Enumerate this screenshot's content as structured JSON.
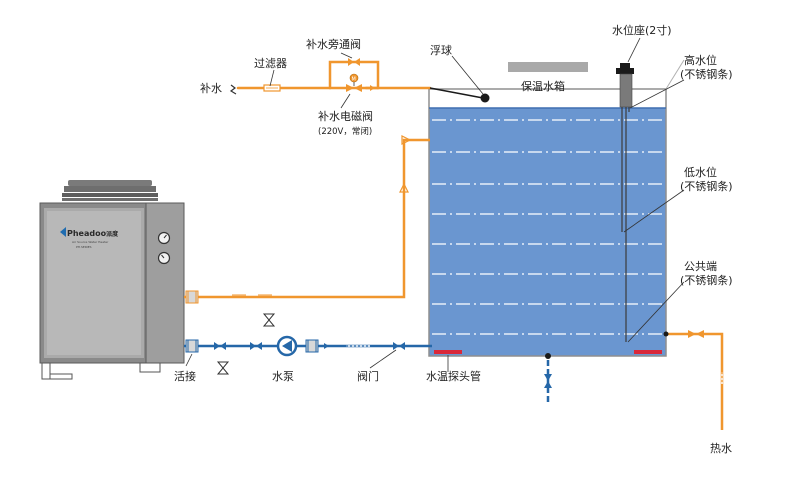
{
  "colors": {
    "orange_pipe": "#F0962E",
    "blue_pipe": "#2567A8",
    "water": "#6A96D0",
    "tank_outline": "#8F8F8F",
    "probe_red": "#D9283A",
    "unit_body": "#7D7D7D",
    "lid_gray": "#A9A9A9"
  },
  "labels": {
    "makeup_water": "补水",
    "filter": "过滤器",
    "bypass_valve": "补水旁通阀",
    "solenoid_valve": "补水电磁阀",
    "solenoid_note": "(220V，常闭)",
    "float": "浮球",
    "insulated_tank": "保温水箱",
    "level_seat": "水位座(2寸)",
    "high_level": "高水位",
    "high_level_note": "(不锈钢条)",
    "low_level": "低水位",
    "low_level_note": "(不锈钢条)",
    "common_end": "公共端",
    "common_end_note": "(不锈钢条)",
    "union": "活接",
    "pump": "水泵",
    "valve": "阀门",
    "temp_probe_pipe": "水温探头管",
    "hot_water": "热水",
    "brand": "Pheadoo",
    "brand_suffix": "派度",
    "unit_model": "Air Source Water Heater",
    "unit_sub": "PH·SERIES"
  },
  "icons": {
    "pump": "pump-icon",
    "valve": "gate-valve-icon",
    "strainer": "strainer-icon",
    "motor_valve": "motor-valve-icon",
    "float": "float-ball-icon",
    "gauge": "gauge-icon"
  }
}
